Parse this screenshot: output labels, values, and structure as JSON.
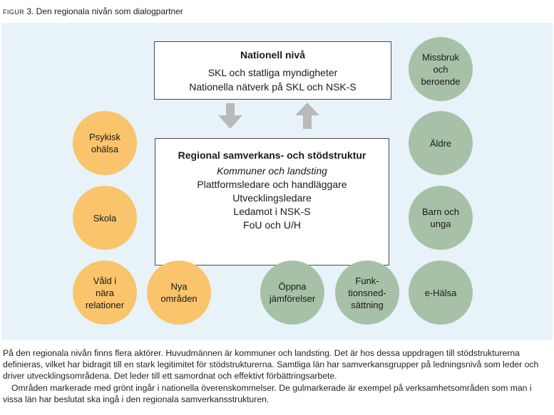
{
  "figure": {
    "label": "FIGUR",
    "number_title": " 3. Den regionala nivån som dialogpartner"
  },
  "national_box": {
    "title": "Nationell nivå",
    "lines": [
      "SKL och statliga myndigheter",
      "Nationella nätverk på SKL och NSK-S"
    ]
  },
  "regional_box": {
    "title": "Regional samverkans- och stödstruktur",
    "italic_line": "Kommuner och landsting",
    "lines": [
      "Plattformsledare och handläggare",
      "Utvecklingsledare",
      "Ledamot i NSK-S",
      "FoU och U/H"
    ]
  },
  "arrows": {
    "left": "arrow-down",
    "right": "arrow-up",
    "color": "#b9b9b9"
  },
  "colors": {
    "orange": "#f9c46c",
    "green": "#a7c1a8",
    "background": "#e7f3f8"
  },
  "orange_circles": {
    "psykisk": "Psykisk ohälsa",
    "skola": "Skola",
    "vald": "Våld i nära relationer",
    "nya": "Nya områden"
  },
  "green_circles": {
    "missbruk": "Missbruk och beroende",
    "aldre": "Äldre",
    "barn": "Barn och unga",
    "ehalsa": "e-Hälsa",
    "oppna": "Öppna jämförelser",
    "funk": "Funk-tionsned-sättning"
  },
  "body": {
    "paragraph1": "På den regionala nivån finns flera aktörer. Huvudmännen är kommuner och landsting. Det är hos dessa uppdragen till stödstrukturerna definieras, vilket har bidragit till en stark legitimitet för stödstrukturerna. Samtliga län har samverkansgrupper på ledningsnivå som leder och driver utvecklingsområdena. Det leder till ett samordnat och effektivt förbättringsarbete.",
    "paragraph2": "Områden markerade med grönt ingår i nationella överenskommelser. De gulmarkerade är exempel på verksamhetsområden som man i vissa län har beslutat ska ingå i den regionala samverkansstrukturen."
  }
}
